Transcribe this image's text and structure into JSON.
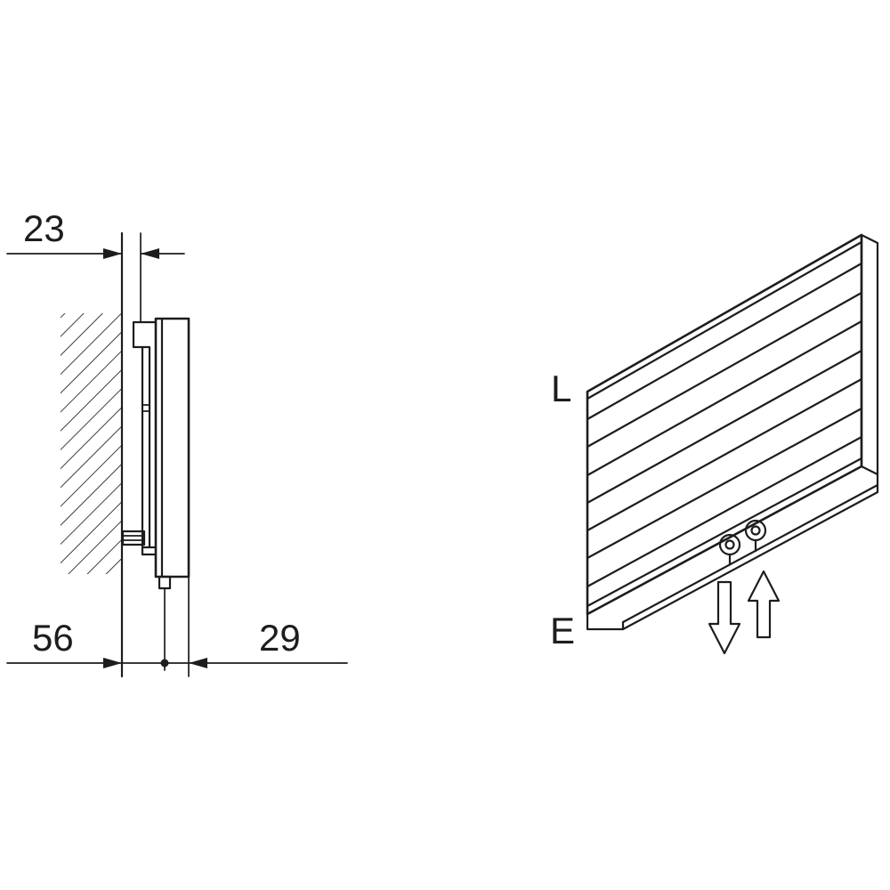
{
  "diagram": {
    "background": "#ffffff",
    "line_color": "#1d1d1b",
    "side_view": {
      "dim_wall_offset": "23",
      "dim_wall_to_connection": "56",
      "dim_connection_to_front": "29"
    },
    "perspective_view": {
      "label_top_left": "L",
      "label_bottom_left": "E"
    }
  }
}
